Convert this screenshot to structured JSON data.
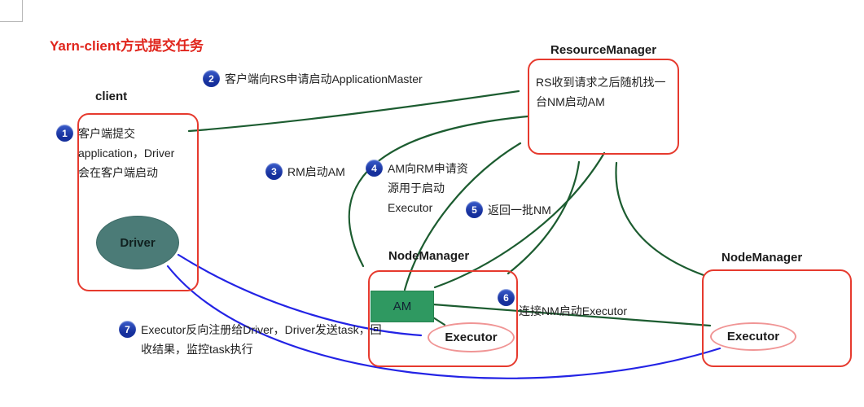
{
  "title": "Yarn-client方式提交任务",
  "nodes": {
    "client": {
      "title": "client",
      "driver_label": "Driver"
    },
    "resource_manager": {
      "title": "ResourceManager",
      "body": "RS收到请求之后随机找一台NM启动AM"
    },
    "node_manager_center": {
      "title": "NodeManager",
      "am_label": "AM",
      "executor_label": "Executor"
    },
    "node_manager_right": {
      "title": "NodeManager",
      "executor_label": "Executor"
    }
  },
  "steps": [
    {
      "num": "1",
      "text": "客户端提交application，Driver会在客户端启动"
    },
    {
      "num": "2",
      "text": "客户端向RS申请启动ApplicationMaster"
    },
    {
      "num": "3",
      "text": "RM启动AM"
    },
    {
      "num": "4",
      "text": "AM向RM申请资源用于启动Executor"
    },
    {
      "num": "5",
      "text": "返回一批NM"
    },
    {
      "num": "6",
      "text": "连接NM启动Executor"
    },
    {
      "num": "7",
      "text": "Executor反向注册给Driver，Driver发送task，回收结果，监控task执行"
    }
  ],
  "colors": {
    "title_red": "#e0251c",
    "box_border_red": "#e63a2e",
    "badge_blue": "#16309c",
    "arrow_green": "#1c5c30",
    "arrow_blue": "#2323e5",
    "am_green": "#2f9961",
    "driver_teal": "#4b7b77",
    "executor_pink": "#f09595"
  }
}
